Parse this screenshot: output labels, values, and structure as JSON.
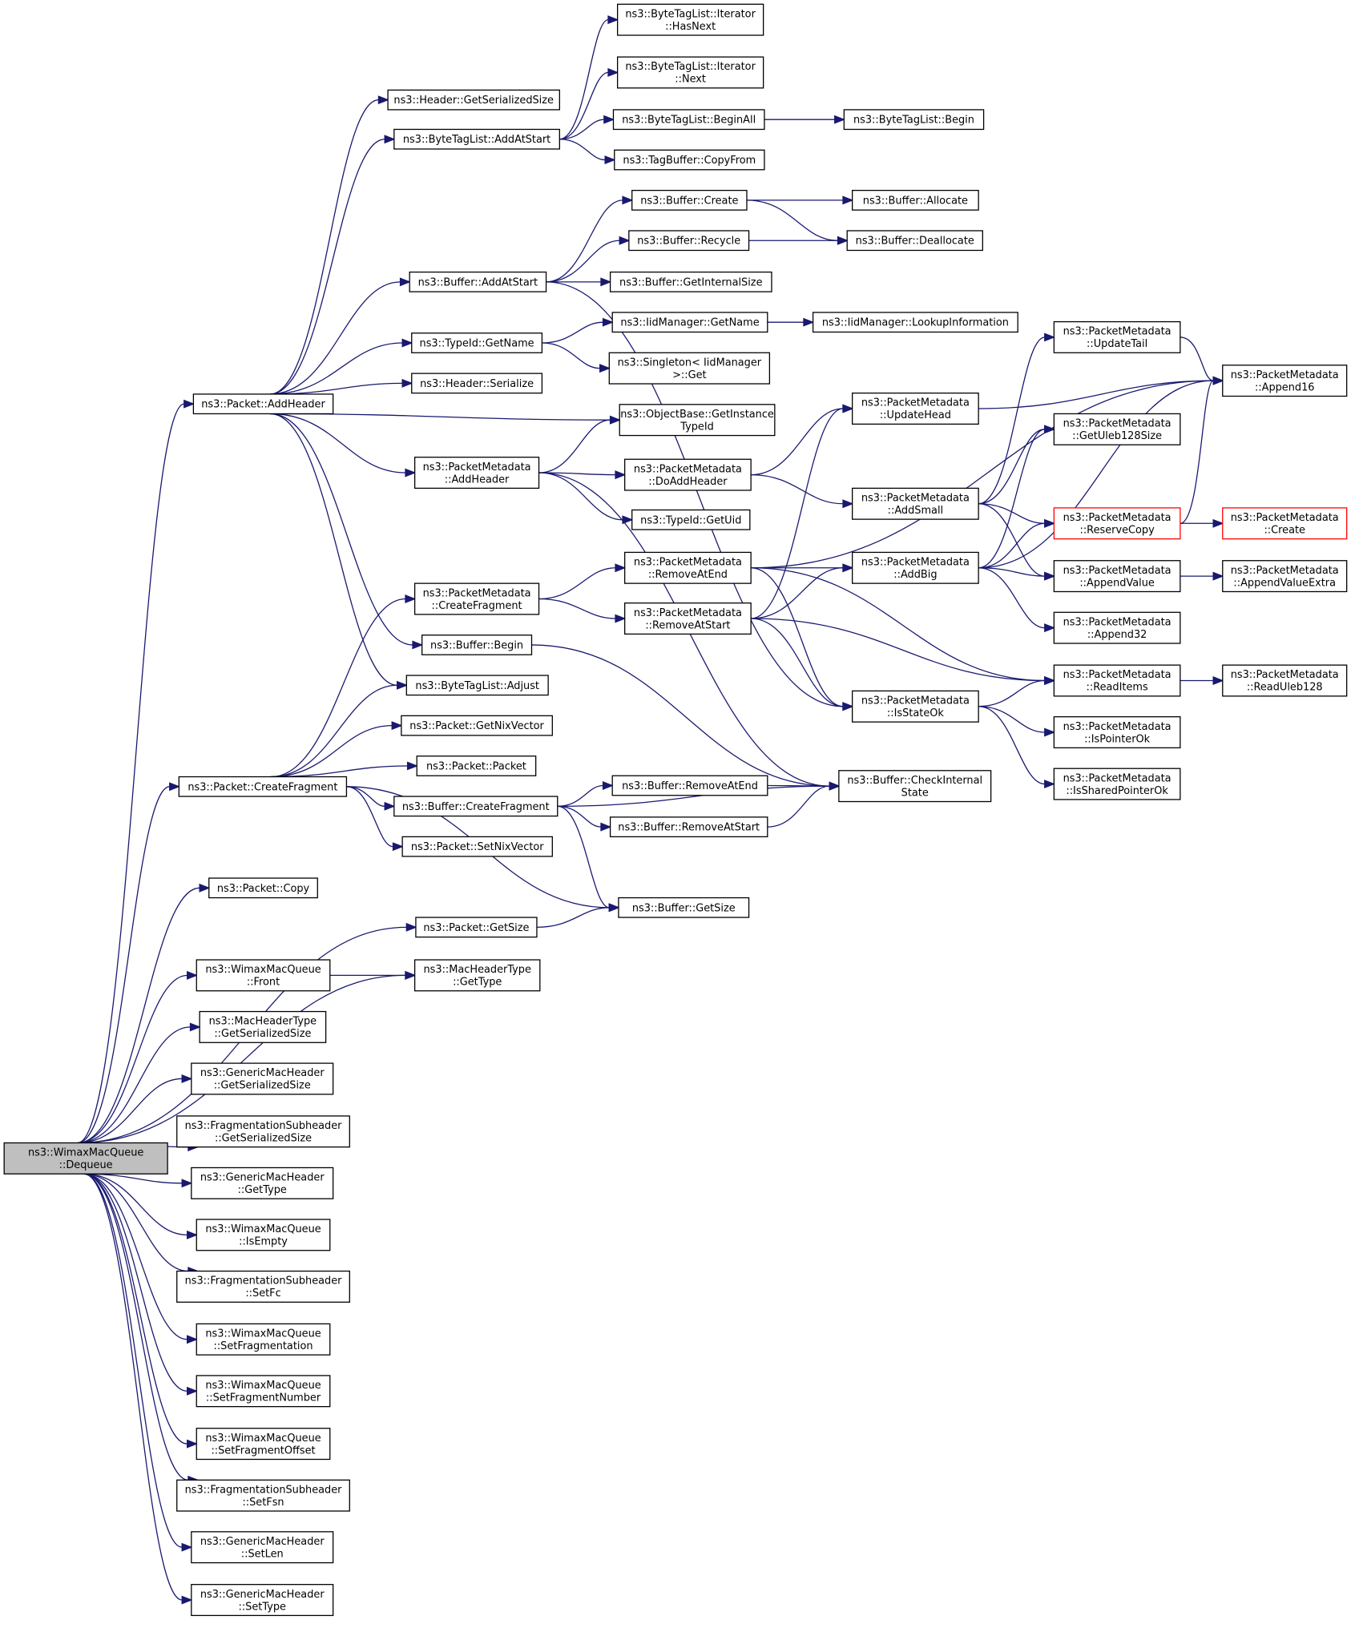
{
  "graph": {
    "title": "Call graph of ns3::WimaxMacQueue::Dequeue",
    "colors": {
      "edge": "#191970",
      "root_fill": "#bfbfbf",
      "node_border": "#000000",
      "truncated_border": "#ff0000"
    },
    "nodes": [
      {
        "id": "root",
        "lines": [
          "ns3::WimaxMacQueue",
          "::Dequeue"
        ],
        "kind": "root"
      },
      {
        "id": "pkt_addheader",
        "lines": [
          "ns3::Packet::AddHeader"
        ]
      },
      {
        "id": "hdr_getsersize",
        "lines": [
          "ns3::Header::GetSerializedSize"
        ]
      },
      {
        "id": "btl_addatstart",
        "lines": [
          "ns3::ByteTagList::AddAtStart"
        ]
      },
      {
        "id": "btl_it_hasnext",
        "lines": [
          "ns3::ByteTagList::Iterator",
          "::HasNext"
        ]
      },
      {
        "id": "btl_it_next",
        "lines": [
          "ns3::ByteTagList::Iterator",
          "::Next"
        ]
      },
      {
        "id": "btl_beginall",
        "lines": [
          "ns3::ByteTagList::BeginAll"
        ]
      },
      {
        "id": "btl_begin",
        "lines": [
          "ns3::ByteTagList::Begin"
        ]
      },
      {
        "id": "tagbuf_copyfrom",
        "lines": [
          "ns3::TagBuffer::CopyFrom"
        ]
      },
      {
        "id": "buf_create",
        "lines": [
          "ns3::Buffer::Create"
        ]
      },
      {
        "id": "buf_allocate",
        "lines": [
          "ns3::Buffer::Allocate"
        ]
      },
      {
        "id": "buf_recycle",
        "lines": [
          "ns3::Buffer::Recycle"
        ]
      },
      {
        "id": "buf_deallocate",
        "lines": [
          "ns3::Buffer::Deallocate"
        ]
      },
      {
        "id": "buf_addatstart",
        "lines": [
          "ns3::Buffer::AddAtStart"
        ]
      },
      {
        "id": "buf_getinternalsize",
        "lines": [
          "ns3::Buffer::GetInternalSize"
        ]
      },
      {
        "id": "typeid_getname",
        "lines": [
          "ns3::TypeId::GetName"
        ]
      },
      {
        "id": "iid_getname",
        "lines": [
          "ns3::IidManager::GetName"
        ]
      },
      {
        "id": "iid_lookup",
        "lines": [
          "ns3::IidManager::LookupInformation"
        ]
      },
      {
        "id": "singleton_get",
        "lines": [
          "ns3::Singleton< IidManager",
          ">::Get"
        ]
      },
      {
        "id": "hdr_serialize",
        "lines": [
          "ns3::Header::Serialize"
        ]
      },
      {
        "id": "objbase_getinst",
        "lines": [
          "ns3::ObjectBase::GetInstance",
          "TypeId"
        ]
      },
      {
        "id": "pm_addheader",
        "lines": [
          "ns3::PacketMetadata",
          "::AddHeader"
        ]
      },
      {
        "id": "pm_doaddheader",
        "lines": [
          "ns3::PacketMetadata",
          "::DoAddHeader"
        ]
      },
      {
        "id": "typeid_getuid",
        "lines": [
          "ns3::TypeId::GetUid"
        ]
      },
      {
        "id": "pm_updatehead",
        "lines": [
          "ns3::PacketMetadata",
          "::UpdateHead"
        ]
      },
      {
        "id": "pm_updatetail",
        "lines": [
          "ns3::PacketMetadata",
          "::UpdateTail"
        ]
      },
      {
        "id": "pm_append16",
        "lines": [
          "ns3::PacketMetadata",
          "::Append16"
        ]
      },
      {
        "id": "pm_getuleb128size",
        "lines": [
          "ns3::PacketMetadata",
          "::GetUleb128Size"
        ]
      },
      {
        "id": "pm_addsmall",
        "lines": [
          "ns3::PacketMetadata",
          "::AddSmall"
        ]
      },
      {
        "id": "pm_reservecopy",
        "lines": [
          "ns3::PacketMetadata",
          "::ReserveCopy"
        ],
        "kind": "truncated"
      },
      {
        "id": "pm_create",
        "lines": [
          "ns3::PacketMetadata",
          "::Create"
        ],
        "kind": "truncated"
      },
      {
        "id": "pm_addbig",
        "lines": [
          "ns3::PacketMetadata",
          "::AddBig"
        ]
      },
      {
        "id": "pm_appendvalue",
        "lines": [
          "ns3::PacketMetadata",
          "::AppendValue"
        ]
      },
      {
        "id": "pm_appendvalueextra",
        "lines": [
          "ns3::PacketMetadata",
          "::AppendValueExtra"
        ]
      },
      {
        "id": "pm_append32",
        "lines": [
          "ns3::PacketMetadata",
          "::Append32"
        ]
      },
      {
        "id": "pm_removeatend",
        "lines": [
          "ns3::PacketMetadata",
          "::RemoveAtEnd"
        ]
      },
      {
        "id": "pm_removeatstart",
        "lines": [
          "ns3::PacketMetadata",
          "::RemoveAtStart"
        ]
      },
      {
        "id": "pm_createfragment",
        "lines": [
          "ns3::PacketMetadata",
          "::CreateFragment"
        ]
      },
      {
        "id": "buf_begin",
        "lines": [
          "ns3::Buffer::Begin"
        ]
      },
      {
        "id": "btl_adjust",
        "lines": [
          "ns3::ByteTagList::Adjust"
        ]
      },
      {
        "id": "pm_readitems",
        "lines": [
          "ns3::PacketMetadata",
          "::ReadItems"
        ]
      },
      {
        "id": "pm_readuleb128",
        "lines": [
          "ns3::PacketMetadata",
          "::ReadUleb128"
        ]
      },
      {
        "id": "pm_isstateok",
        "lines": [
          "ns3::PacketMetadata",
          "::IsStateOk"
        ]
      },
      {
        "id": "pm_ispointerok",
        "lines": [
          "ns3::PacketMetadata",
          "::IsPointerOk"
        ]
      },
      {
        "id": "pm_issharedpointerok",
        "lines": [
          "ns3::PacketMetadata",
          "::IsSharedPointerOk"
        ]
      },
      {
        "id": "buf_checkinternal",
        "lines": [
          "ns3::Buffer::CheckInternal",
          "State"
        ]
      },
      {
        "id": "pkt_getnixvector",
        "lines": [
          "ns3::Packet::GetNixVector"
        ]
      },
      {
        "id": "pkt_packet",
        "lines": [
          "ns3::Packet::Packet"
        ]
      },
      {
        "id": "pkt_createfragment",
        "lines": [
          "ns3::Packet::CreateFragment"
        ]
      },
      {
        "id": "buf_createfragment",
        "lines": [
          "ns3::Buffer::CreateFragment"
        ]
      },
      {
        "id": "buf_removeatend",
        "lines": [
          "ns3::Buffer::RemoveAtEnd"
        ]
      },
      {
        "id": "buf_removeatstart",
        "lines": [
          "ns3::Buffer::RemoveAtStart"
        ]
      },
      {
        "id": "pkt_setnixvector",
        "lines": [
          "ns3::Packet::SetNixVector"
        ]
      },
      {
        "id": "pkt_copy",
        "lines": [
          "ns3::Packet::Copy"
        ]
      },
      {
        "id": "buf_getsize",
        "lines": [
          "ns3::Buffer::GetSize"
        ]
      },
      {
        "id": "pkt_getsize",
        "lines": [
          "ns3::Packet::GetSize"
        ]
      },
      {
        "id": "wmq_front",
        "lines": [
          "ns3::WimaxMacQueue",
          "::Front"
        ]
      },
      {
        "id": "mht_gettype",
        "lines": [
          "ns3::MacHeaderType",
          "::GetType"
        ]
      },
      {
        "id": "mht_getsersize",
        "lines": [
          "ns3::MacHeaderType",
          "::GetSerializedSize"
        ]
      },
      {
        "id": "gmh_getsersize",
        "lines": [
          "ns3::GenericMacHeader",
          "::GetSerializedSize"
        ]
      },
      {
        "id": "fsh_getsersize",
        "lines": [
          "ns3::FragmentationSubheader",
          "::GetSerializedSize"
        ]
      },
      {
        "id": "gmh_gettype",
        "lines": [
          "ns3::GenericMacHeader",
          "::GetType"
        ]
      },
      {
        "id": "wmq_isempty",
        "lines": [
          "ns3::WimaxMacQueue",
          "::IsEmpty"
        ]
      },
      {
        "id": "fsh_setfc",
        "lines": [
          "ns3::FragmentationSubheader",
          "::SetFc"
        ]
      },
      {
        "id": "wmq_setfragmentation",
        "lines": [
          "ns3::WimaxMacQueue",
          "::SetFragmentation"
        ]
      },
      {
        "id": "wmq_setfragnumber",
        "lines": [
          "ns3::WimaxMacQueue",
          "::SetFragmentNumber"
        ]
      },
      {
        "id": "wmq_setfragoffset",
        "lines": [
          "ns3::WimaxMacQueue",
          "::SetFragmentOffset"
        ]
      },
      {
        "id": "fsh_setfsn",
        "lines": [
          "ns3::FragmentationSubheader",
          "::SetFsn"
        ]
      },
      {
        "id": "gmh_setlen",
        "lines": [
          "ns3::GenericMacHeader",
          "::SetLen"
        ]
      },
      {
        "id": "gmh_settype",
        "lines": [
          "ns3::GenericMacHeader",
          "::SetType"
        ]
      }
    ],
    "edges": [
      [
        "root",
        "pkt_addheader"
      ],
      [
        "root",
        "pkt_createfragment"
      ],
      [
        "root",
        "pkt_getsize"
      ],
      [
        "root",
        "pkt_copy"
      ],
      [
        "root",
        "mht_gettype"
      ],
      [
        "root",
        "wmq_front"
      ],
      [
        "root",
        "mht_getsersize"
      ],
      [
        "root",
        "gmh_getsersize"
      ],
      [
        "root",
        "fsh_getsersize"
      ],
      [
        "root",
        "gmh_gettype"
      ],
      [
        "root",
        "wmq_isempty"
      ],
      [
        "root",
        "fsh_setfc"
      ],
      [
        "root",
        "wmq_setfragmentation"
      ],
      [
        "root",
        "wmq_setfragnumber"
      ],
      [
        "root",
        "wmq_setfragoffset"
      ],
      [
        "root",
        "fsh_setfsn"
      ],
      [
        "root",
        "gmh_setlen"
      ],
      [
        "root",
        "gmh_settype"
      ],
      [
        "pkt_addheader",
        "hdr_getsersize"
      ],
      [
        "pkt_addheader",
        "btl_addatstart"
      ],
      [
        "pkt_addheader",
        "buf_addatstart"
      ],
      [
        "pkt_addheader",
        "typeid_getname"
      ],
      [
        "pkt_addheader",
        "hdr_serialize"
      ],
      [
        "pkt_addheader",
        "objbase_getinst"
      ],
      [
        "pkt_addheader",
        "pm_addheader"
      ],
      [
        "pkt_addheader",
        "buf_begin"
      ],
      [
        "pkt_addheader",
        "btl_adjust"
      ],
      [
        "btl_addatstart",
        "btl_it_hasnext"
      ],
      [
        "btl_addatstart",
        "btl_it_next"
      ],
      [
        "btl_addatstart",
        "btl_beginall"
      ],
      [
        "btl_addatstart",
        "tagbuf_copyfrom"
      ],
      [
        "btl_beginall",
        "btl_begin"
      ],
      [
        "buf_addatstart",
        "buf_create"
      ],
      [
        "buf_addatstart",
        "buf_recycle"
      ],
      [
        "buf_addatstart",
        "buf_getinternalsize"
      ],
      [
        "buf_addatstart",
        "pm_isstateok"
      ],
      [
        "buf_create",
        "buf_allocate"
      ],
      [
        "buf_create",
        "buf_deallocate"
      ],
      [
        "buf_recycle",
        "buf_deallocate"
      ],
      [
        "typeid_getname",
        "iid_getname"
      ],
      [
        "typeid_getname",
        "singleton_get"
      ],
      [
        "iid_getname",
        "iid_lookup"
      ],
      [
        "pm_addheader",
        "objbase_getinst"
      ],
      [
        "pm_addheader",
        "pm_doaddheader"
      ],
      [
        "pm_addheader",
        "typeid_getuid"
      ],
      [
        "pm_addheader",
        "buf_checkinternal"
      ],
      [
        "pm_doaddheader",
        "pm_updatehead"
      ],
      [
        "pm_doaddheader",
        "pm_addsmall"
      ],
      [
        "pm_updatehead",
        "pm_append16"
      ],
      [
        "pm_updatetail",
        "pm_append16"
      ],
      [
        "pm_addsmall",
        "pm_updatetail"
      ],
      [
        "pm_addsmall",
        "pm_getuleb128size"
      ],
      [
        "pm_addsmall",
        "pm_reservecopy"
      ],
      [
        "pm_addsmall",
        "pm_appendvalue"
      ],
      [
        "pm_reservecopy",
        "pm_create"
      ],
      [
        "pm_reservecopy",
        "pm_append16"
      ],
      [
        "pm_addbig",
        "pm_append16"
      ],
      [
        "pm_addbig",
        "pm_getuleb128size"
      ],
      [
        "pm_addbig",
        "pm_reservecopy"
      ],
      [
        "pm_addbig",
        "pm_appendvalue"
      ],
      [
        "pm_addbig",
        "pm_append32"
      ],
      [
        "pm_appendvalue",
        "pm_appendvalueextra"
      ],
      [
        "pm_removeatend",
        "pm_append16"
      ],
      [
        "pm_removeatend",
        "pm_addbig"
      ],
      [
        "pm_removeatend",
        "pm_readitems"
      ],
      [
        "pm_removeatend",
        "pm_isstateok"
      ],
      [
        "pm_removeatstart",
        "pm_updatehead"
      ],
      [
        "pm_removeatstart",
        "pm_addbig"
      ],
      [
        "pm_removeatstart",
        "pm_readitems"
      ],
      [
        "pm_removeatstart",
        "pm_isstateok"
      ],
      [
        "pm_createfragment",
        "pm_removeatend"
      ],
      [
        "pm_createfragment",
        "pm_removeatstart"
      ],
      [
        "pm_isstateok",
        "pm_readitems"
      ],
      [
        "pm_isstateok",
        "pm_ispointerok"
      ],
      [
        "pm_isstateok",
        "pm_issharedpointerok"
      ],
      [
        "pm_readitems",
        "pm_readuleb128"
      ],
      [
        "buf_begin",
        "buf_checkinternal"
      ],
      [
        "pkt_createfragment",
        "pm_createfragment"
      ],
      [
        "pkt_createfragment",
        "btl_adjust"
      ],
      [
        "pkt_createfragment",
        "pkt_getnixvector"
      ],
      [
        "pkt_createfragment",
        "pkt_packet"
      ],
      [
        "pkt_createfragment",
        "buf_createfragment"
      ],
      [
        "pkt_createfragment",
        "pkt_setnixvector"
      ],
      [
        "pkt_createfragment",
        "buf_getsize"
      ],
      [
        "buf_createfragment",
        "buf_removeatend"
      ],
      [
        "buf_createfragment",
        "buf_removeatstart"
      ],
      [
        "buf_createfragment",
        "buf_checkinternal"
      ],
      [
        "buf_createfragment",
        "buf_getsize"
      ],
      [
        "buf_removeatend",
        "buf_checkinternal"
      ],
      [
        "buf_removeatstart",
        "buf_checkinternal"
      ],
      [
        "pkt_getsize",
        "buf_getsize"
      ],
      [
        "wmq_front",
        "mht_gettype"
      ]
    ]
  }
}
